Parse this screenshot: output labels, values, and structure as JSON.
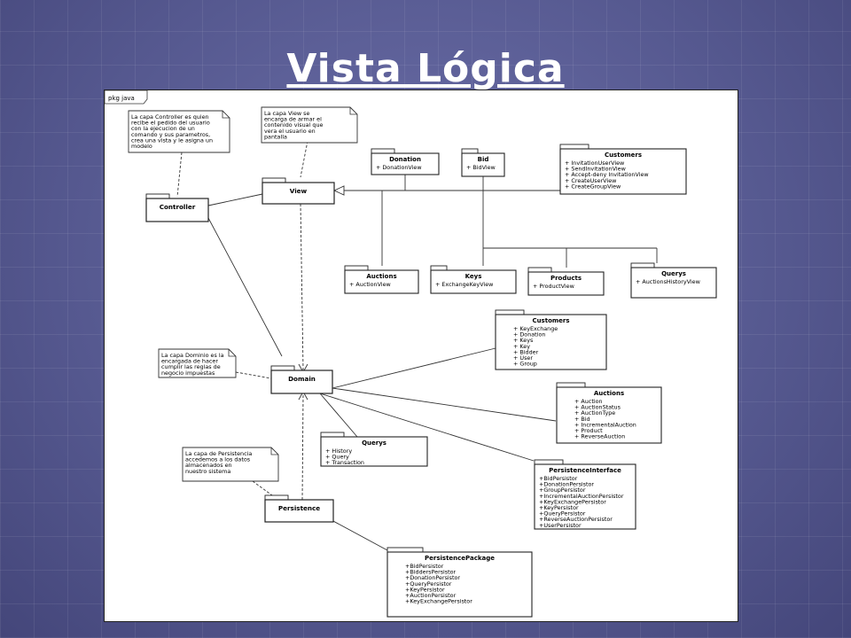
{
  "slide": {
    "title": "Vista Lógica"
  },
  "frame": {
    "label": "pkg java"
  },
  "notes": {
    "controller": [
      "La capa Controller es quien",
      "recibe el pedido del usuario",
      "con la ejecucion de un",
      "comando y sus parametros,",
      "crea una vista y le asigna un",
      "modelo"
    ],
    "view": [
      "La capa View se",
      "encarga de armar el",
      "contenido visual que",
      "vera el usuario en",
      "pantalla"
    ],
    "domain": [
      "La capa Dominio es la",
      "encargada de hacer",
      "cumplir las reglas de",
      "negocio  impuestas"
    ],
    "persistence": [
      "La capa de Persistencia",
      "accedemos a los datos",
      "almacenados en",
      "nuestro sistema"
    ]
  },
  "layers": {
    "controller": "Controller",
    "view": "View",
    "domain": "Domain",
    "persistence": "Persistence"
  },
  "packages": {
    "donation": {
      "name": "Donation",
      "items": [
        "+ DonationView"
      ]
    },
    "bid": {
      "name": "Bid",
      "items": [
        "+ BidView"
      ]
    },
    "customers_view": {
      "name": "Customers",
      "items": [
        "+ InvitationUserView",
        "+ SendInvitationView",
        "+ Accept-deny InvitationView",
        "+ CreateUserView",
        "+ CreateGroupView"
      ]
    },
    "auctions_view": {
      "name": "Auctions",
      "items": [
        "+ AuctionView"
      ]
    },
    "keys": {
      "name": "Keys",
      "items": [
        "+ ExchangeKeyView"
      ]
    },
    "products": {
      "name": "Products",
      "items": [
        "+ ProductView"
      ]
    },
    "querys_view": {
      "name": "Querys",
      "items": [
        "+ AuctionsHistoryView"
      ]
    },
    "customers_domain": {
      "name": "Customers",
      "items": [
        "+ KeyExchange",
        "+ Donation",
        "+ Keys",
        "+ Key",
        "+ Bidder",
        "+ User",
        "+ Group"
      ]
    },
    "auctions_domain": {
      "name": "Auctions",
      "items": [
        "+ Auction",
        "+ AuctionStatus",
        "+ AuctionType",
        "+ Bid",
        "+ IncrementalAuction",
        "+ Product",
        "+ ReverseAuction"
      ]
    },
    "querys_domain": {
      "name": "Querys",
      "items": [
        "+ History",
        "+ Query",
        "+ Transaction"
      ]
    },
    "persistence_interface": {
      "name": "PersistenceInterface",
      "items": [
        "+BidPersistor",
        "+DonationPersistor",
        "+GroupPersistor",
        "+IncrementalAuctionPersistor",
        "+KeyExchangePersistor",
        "+KeyPersistor",
        "+QueryPersistor",
        "+ReverseAuctionPersistor",
        "+UserPersistor"
      ]
    },
    "persistence_package": {
      "name": "PersistencePackage",
      "items": [
        "+BidPersistor",
        "+BiddersPersistor",
        "+DonationPersistor",
        "+QueryPersistor",
        "+KeyPersistor",
        "+AuctionPersistor",
        "+KeyExchangePersistor"
      ]
    }
  }
}
